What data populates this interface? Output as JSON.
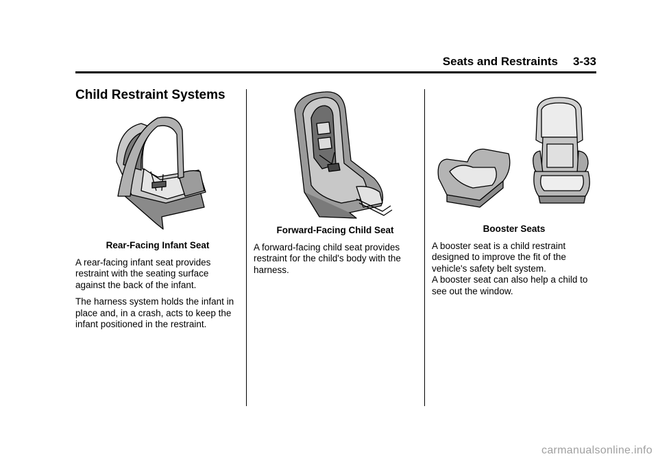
{
  "header": {
    "title": "Seats and Restraints",
    "page_number": "3-33"
  },
  "section": {
    "title": "Child Restraint Systems"
  },
  "col1": {
    "caption": "Rear-Facing Infant Seat",
    "paragraphs": [
      "A rear-facing infant seat provides restraint with the seating surface against the back of the infant.",
      "The harness system holds the infant in place and, in a crash, acts to keep the infant positioned in the restraint."
    ]
  },
  "col2": {
    "caption": "Forward-Facing Child Seat",
    "paragraphs": [
      "A forward-facing child seat provides restraint for the child's body with the harness."
    ]
  },
  "col3": {
    "caption": "Booster Seats",
    "paragraphs": [
      "A booster seat is a child restraint designed to improve the fit of the vehicle's safety belt system.",
      "A booster seat can also help a child to see out the window."
    ]
  },
  "footer": {
    "watermark": "carmanualsonline.info"
  }
}
